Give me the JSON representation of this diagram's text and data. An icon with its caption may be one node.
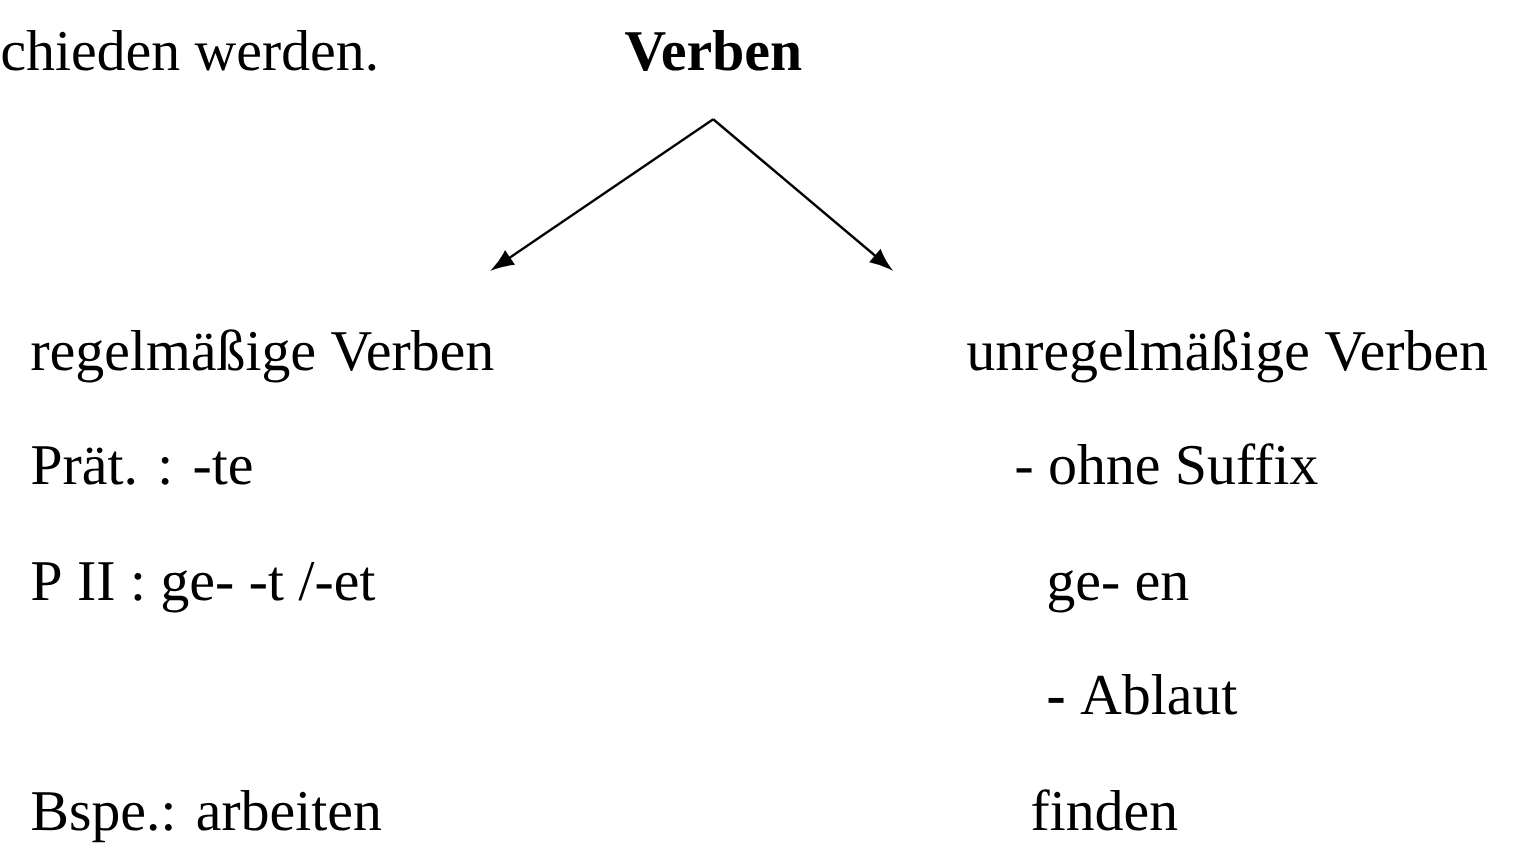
{
  "diagram": {
    "nodes": [
      {
        "text": [
          "Verben"
        ]
      },
      {
        "text": [
          "regelmäßige Verben"
        ]
      },
      {
        "text": [
          "unregelmäßige Verben"
        ]
      }
    ],
    "edges": [
      {
        "from": 0,
        "to": 1,
        "arrow": "to"
      },
      {
        "from": 0,
        "to": 2,
        "arrow": "to"
      }
    ],
    "labels": [
      "chieden werden.",
      "Prät. : -te",
      "- ohne Suffix",
      "P II : ge- -t /-et",
      "ge- en",
      "**-** Ablaut",
      "Bspe.: arbeiten",
      "finden"
    ]
  }
}
